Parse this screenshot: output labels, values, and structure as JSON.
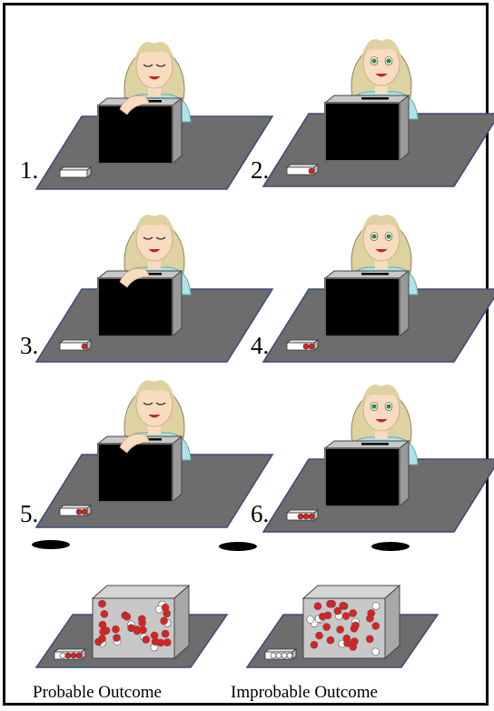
{
  "panels": [
    {
      "number": "1.",
      "eyes": "closed",
      "tray_red": 0
    },
    {
      "number": "2.",
      "eyes": "open",
      "tray_red": 1
    },
    {
      "number": "3.",
      "eyes": "closed",
      "tray_red": 1
    },
    {
      "number": "4.",
      "eyes": "open",
      "tray_red": 2
    },
    {
      "number": "5.",
      "eyes": "closed",
      "tray_red": 2
    },
    {
      "number": "6.",
      "eyes": "open",
      "tray_red": 3
    }
  ],
  "outcomes": {
    "probable": {
      "label": "Probable Outcome",
      "tray": [
        "white",
        "red",
        "red",
        "red"
      ]
    },
    "improbable": {
      "label": "Improbable Outcome",
      "tray": [
        "white",
        "white",
        "white",
        "white"
      ]
    }
  },
  "colors": {
    "table": "#6d6d6d",
    "box_front": "#000000",
    "box_side": "#c8c8c8",
    "shirt": "#aee3ea",
    "hair": "#ddd2a0",
    "skin": "#f8dcc0",
    "ball_red": "#e02020",
    "ball_white": "#ffffff",
    "eye_open": "#2e8b3a"
  },
  "icons": [
    "closed-eyes-icon",
    "open-eyes-icon",
    "ball-tray-icon",
    "ball-box-icon"
  ]
}
